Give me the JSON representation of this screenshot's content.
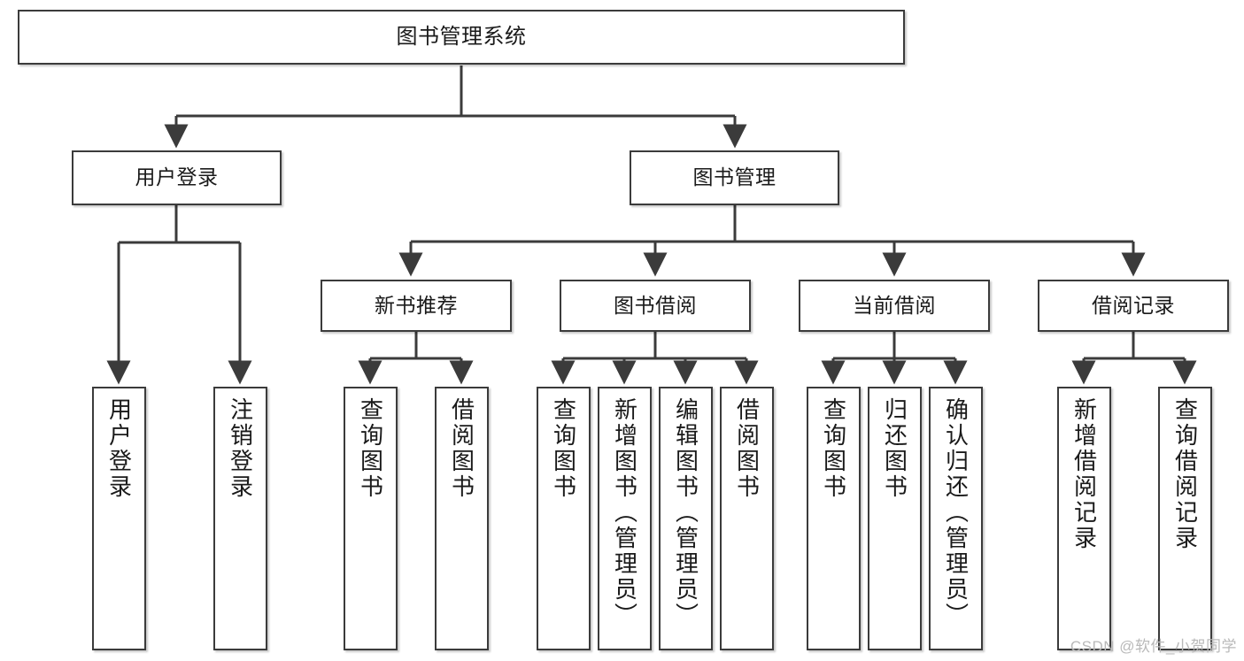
{
  "diagram": {
    "title": "图书管理系统",
    "watermark": "CSDN @软件_小贺同学",
    "colors": {
      "stroke": "#3b3b3b",
      "box_fill": "#ffffff",
      "text": "#1a1a1a",
      "watermark": "#b9b9b9",
      "background": "#ffffff"
    },
    "root": {
      "label": "图书管理系统"
    },
    "level2": [
      {
        "label": "用户登录"
      },
      {
        "label": "图书管理"
      }
    ],
    "level3": [
      {
        "label": "新书推荐"
      },
      {
        "label": "图书借阅"
      },
      {
        "label": "当前借阅"
      },
      {
        "label": "借阅记录"
      }
    ],
    "leaves": {
      "user_login": [
        {
          "label": "用户登录"
        },
        {
          "label": "注销登录"
        }
      ],
      "new_book_recommend": [
        {
          "label": "查询图书"
        },
        {
          "label": "借阅图书"
        }
      ],
      "book_borrow": [
        {
          "label": "查询图书"
        },
        {
          "label": "新增图书（管理员）"
        },
        {
          "label": "编辑图书（管理员）"
        },
        {
          "label": "借阅图书"
        }
      ],
      "current_borrow": [
        {
          "label": "查询图书"
        },
        {
          "label": "归还图书"
        },
        {
          "label": "确认归还（管理员）"
        }
      ],
      "borrow_record": [
        {
          "label": "新增借阅记录"
        },
        {
          "label": "查询借阅记录"
        }
      ]
    }
  }
}
